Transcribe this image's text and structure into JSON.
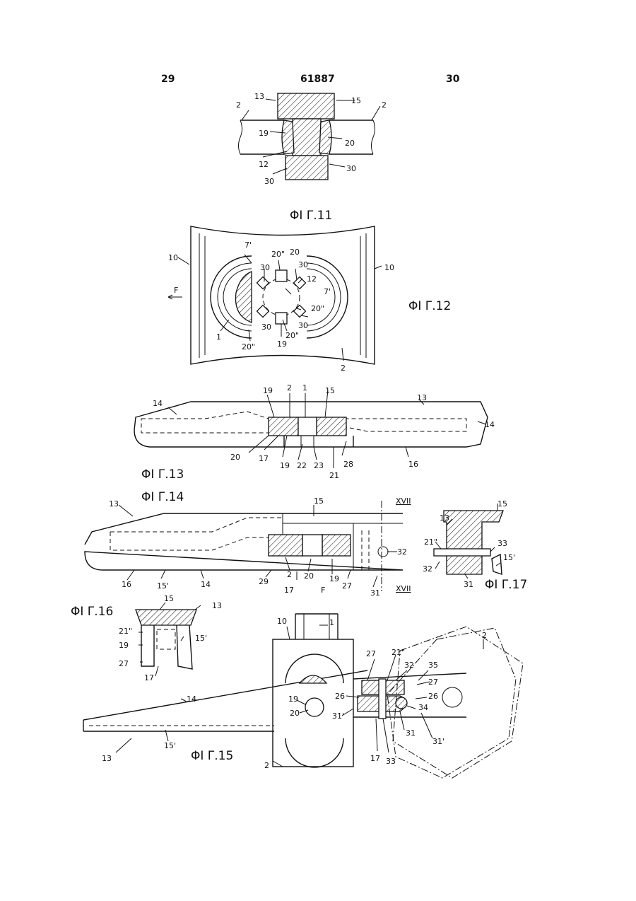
{
  "header": {
    "page_left": "29",
    "doc_number": "61887",
    "page_right": "30"
  },
  "figures": {
    "fig11": {
      "caption": "ΦΙ Γ.11",
      "labels": [
        "13",
        "15",
        "2",
        "2",
        "19",
        "20",
        "12",
        "30",
        "30"
      ]
    },
    "fig12": {
      "caption": "ΦΙ Γ.12",
      "labels": [
        "7'",
        "20\"",
        "20",
        "10",
        "10",
        "30",
        "30",
        "12",
        "F",
        "7'",
        "20\"",
        "30",
        "20\"",
        "30",
        "1",
        "20\"",
        "19",
        "2"
      ]
    },
    "fig13": {
      "caption": "ΦΙ Γ.13",
      "labels": [
        "19",
        "2",
        "1",
        "15",
        "13",
        "14",
        "14",
        "20",
        "17",
        "19",
        "22",
        "23",
        "28",
        "21",
        "16"
      ]
    },
    "fig14": {
      "caption": "ΦΙ Γ.14",
      "labels": [
        "13",
        "15",
        "XVII",
        "XVII",
        "32",
        "16",
        "15'",
        "14",
        "2",
        "20",
        "19",
        "29",
        "17",
        "F",
        "27",
        "31"
      ]
    },
    "fig15": {
      "caption": "ΦΙ Γ.15",
      "labels": [
        "10",
        "1",
        "2",
        "21\"",
        "27",
        "32",
        "35",
        "27",
        "26",
        "26",
        "19",
        "34",
        "20",
        "31'",
        "31",
        "31'",
        "13",
        "15'",
        "14",
        "17",
        "33",
        "2"
      ]
    },
    "fig16": {
      "caption": "ΦΙ Γ.16",
      "labels": [
        "15",
        "13",
        "21\"",
        "19",
        "15'",
        "27",
        "17"
      ]
    },
    "fig17": {
      "caption": "ΦΙ Γ.17",
      "labels": [
        "15",
        "13",
        "21\"",
        "33",
        "15'",
        "32",
        "31"
      ]
    }
  }
}
